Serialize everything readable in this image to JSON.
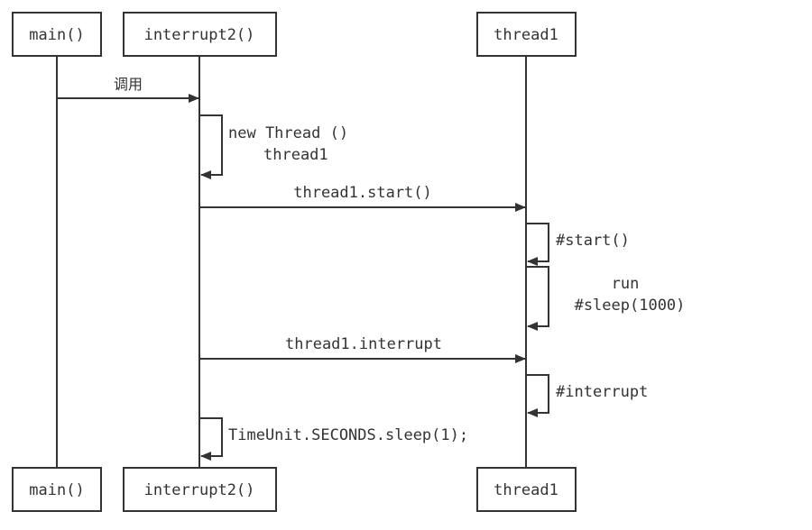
{
  "participants": {
    "main": "main()",
    "interrupt2": "interrupt2()",
    "thread1": "thread1"
  },
  "messages": {
    "call": "调用",
    "new_thread": "new Thread ()",
    "new_thread_name": "thread1",
    "start_call": "thread1.start()",
    "start_self": "#start()",
    "run": "run",
    "sleep_1000": "#sleep(1000)",
    "interrupt_call": "thread1.interrupt",
    "interrupt_self": "#interrupt",
    "timeunit_sleep": "TimeUnit.SECONDS.sleep(1);"
  },
  "colors": {
    "line": "#333333",
    "box_border": "#333333",
    "background": "#ffffff"
  }
}
